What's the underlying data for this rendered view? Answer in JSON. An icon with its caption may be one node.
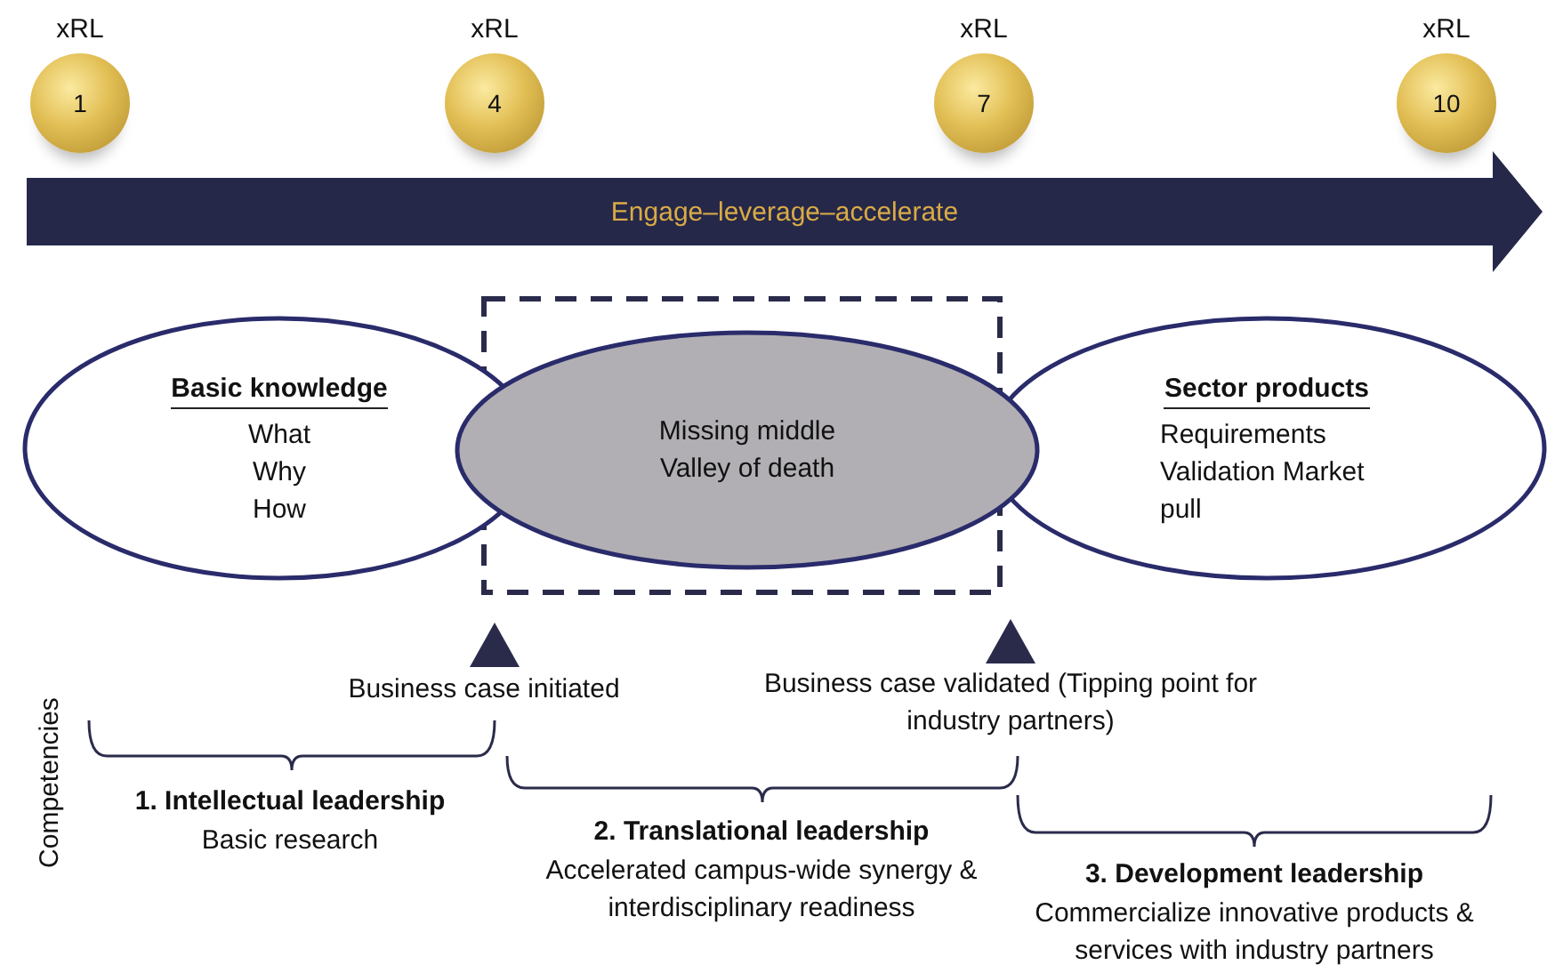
{
  "diagram": {
    "nodes": [
      {
        "text": [
          "1"
        ],
        "beside": [
          "xRL"
        ]
      },
      {
        "text": [
          "4"
        ],
        "beside": [
          "xRL"
        ]
      },
      {
        "text": [
          "7"
        ],
        "beside": [
          "xRL"
        ]
      },
      {
        "text": [
          "10"
        ],
        "beside": [
          "xRL"
        ]
      },
      {
        "text": [
          "Engage–leverage–accelerate"
        ]
      },
      {
        "text": [
          "Basic knowledge",
          "What Why How"
        ]
      },
      {
        "text": [
          "Missing middle Valley of death"
        ]
      },
      {
        "text": [
          "Sector products",
          "Requirements Validation Market pull"
        ]
      }
    ],
    "edges": [],
    "labels": [
      "Business case initiated",
      "Business case validated (Tipping point for industry partners)",
      "Competencies",
      "1. Intellectual leadership",
      "Basic research",
      "2. Translational leadership",
      "Accelerated campus-wide synergy & interdisciplinary readiness",
      "3. Development leadership",
      "Commercialize innovative products & services with industry partners"
    ]
  }
}
